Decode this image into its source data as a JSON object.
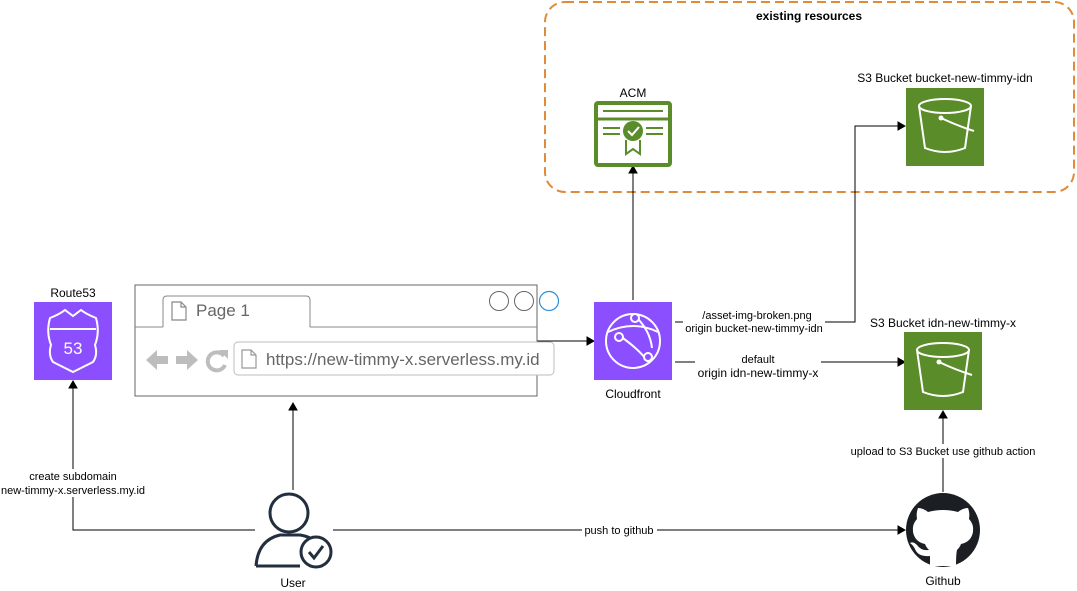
{
  "group": {
    "title": "existing resources",
    "border_color": "#e08a3c"
  },
  "nodes": {
    "acm": {
      "label": "ACM",
      "icon": "certificate-manager-icon",
      "color": "#5b8c2a"
    },
    "s3_existing": {
      "label": "S3 Bucket bucket-new-timmy-idn",
      "icon": "s3-bucket-icon",
      "color": "#5b8c2a"
    },
    "s3_new": {
      "label": "S3 Bucket idn-new-timmy-x",
      "icon": "s3-bucket-icon",
      "color": "#5b8c2a"
    },
    "cloudfront": {
      "label": "Cloudfront",
      "icon": "cloudfront-icon",
      "color": "#8c4fff"
    },
    "route53": {
      "label": "Route53",
      "icon": "route53-shield-icon",
      "shield_number": "53",
      "color": "#8c4fff"
    },
    "user": {
      "label": "User",
      "icon": "user-check-icon"
    },
    "github": {
      "label": "Github",
      "icon": "github-octocat-icon"
    },
    "browser": {
      "tab_label": "Page 1",
      "url": "https://new-timmy-x.serverless.my.id"
    }
  },
  "edges": {
    "cloudfront_to_existing": {
      "line1": "/asset-img-broken.png",
      "line2": "origin bucket-new-timmy-idn"
    },
    "cloudfront_to_new": {
      "line1": "default",
      "line2": "origin idn-new-timmy-x"
    },
    "github_to_s3": {
      "label": "upload to S3 Bucket use github action"
    },
    "user_to_github": {
      "label": "push to github"
    },
    "user_to_route53": {
      "line1": "create subdomain",
      "line2": "new-timmy-x.serverless.my.id"
    }
  }
}
